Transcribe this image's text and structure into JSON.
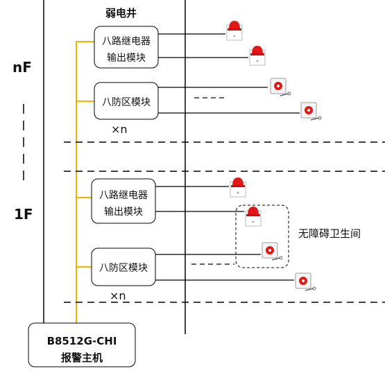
{
  "shaft_label": "弱电井",
  "floor_top": "nF",
  "floor_bottom": "1F",
  "relay_module_line1": "八路继电器",
  "relay_module_line2": "输出模块",
  "zone_module_label": "八防区模块",
  "multiplier": "×n",
  "accessible_toilet_label": "无障碍卫生间",
  "host_line1": "B8512G-CHI",
  "host_line2": "报警主机",
  "colors": {
    "bus": "#f2b200",
    "line": "#000000",
    "strobe": "#e01818"
  },
  "icons": {
    "strobe": "strobe-light-icon",
    "button": "emergency-button-icon"
  }
}
